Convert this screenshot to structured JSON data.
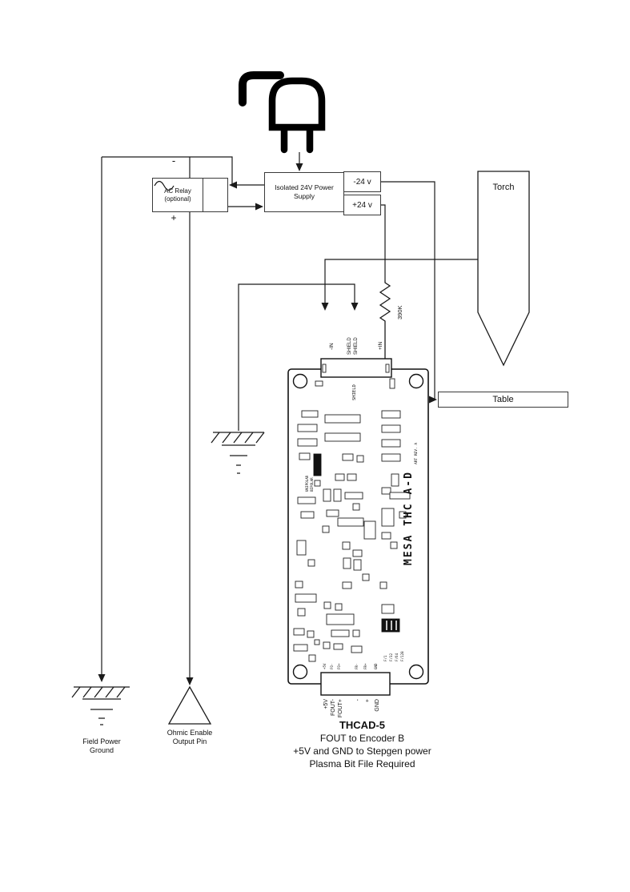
{
  "relay": {
    "line1": "AC Relay",
    "line2": "(optional)",
    "minus": "-",
    "plus": "+"
  },
  "psu": {
    "line1": "Isolated 24V Power",
    "line2": "Supply"
  },
  "rails": {
    "neg": "-24 v",
    "pos": "+24 v"
  },
  "torch": {
    "label": "Torch"
  },
  "table": {
    "label": "Table"
  },
  "resistor": {
    "label": "390K"
  },
  "pins_top": [
    "-IN",
    "SHIELD",
    "SHIELD",
    "+IN"
  ],
  "board": {
    "brand": "MESA THC A-D",
    "rev": "ART REV. A",
    "shield_silk": "SHIELD",
    "unipolar": "UNIPOLAR",
    "bipolar": "BIPOLAR",
    "freq_jumpers": [
      "F/1",
      "F/32",
      "F/64",
      "F/128"
    ],
    "pin_silk": [
      "+5V",
      "FO-",
      "FO+",
      "FR-",
      "FR+",
      "GND"
    ]
  },
  "pins_bottom": [
    "+5V",
    "FOUT-",
    "FOUT+",
    "-",
    "+",
    "GND"
  ],
  "caption": {
    "title": "THCAD-5",
    "line1": "FOUT to  Encoder B",
    "line2": "+5V and GND to Stepgen power",
    "line3": "Plasma Bit File Required"
  },
  "field_ground": {
    "line1": "Field Power",
    "line2": "Ground"
  },
  "ohmic": {
    "line1": "Ohmic Enable",
    "line2": "Output Pin"
  }
}
